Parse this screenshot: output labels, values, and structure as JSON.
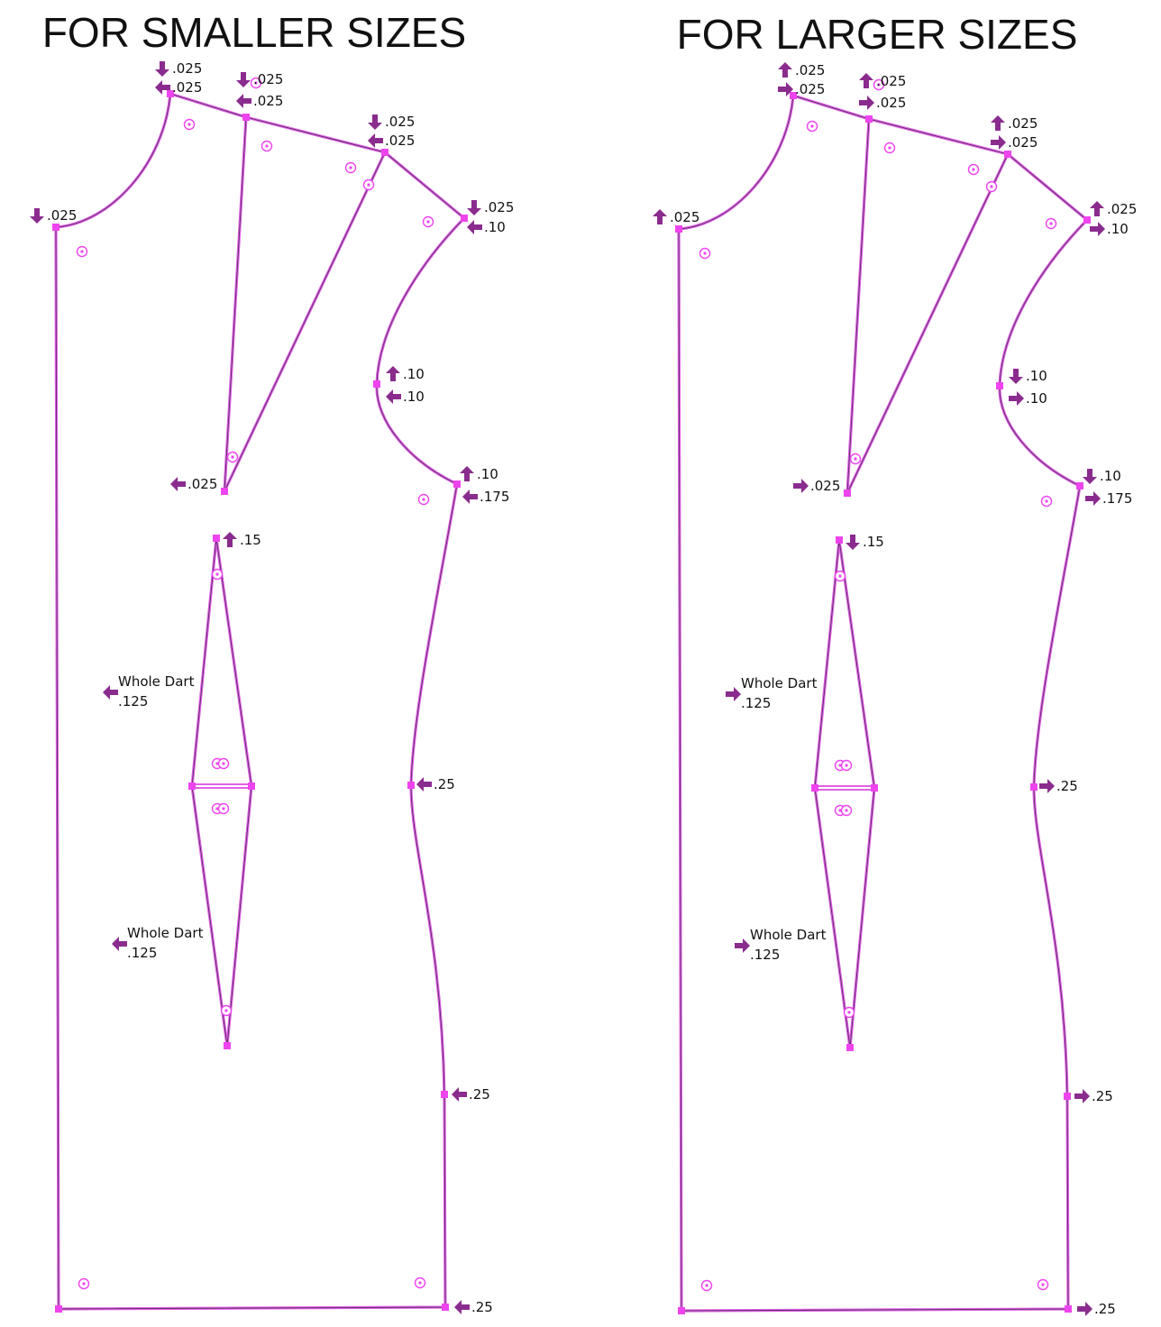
{
  "colors": {
    "outline": "#e060e6",
    "outline_dark": "#5a2e64",
    "arrow": "#8a2b8e",
    "node": "#ee44ee",
    "text": "#111111"
  },
  "panels": [
    {
      "id": "smaller",
      "title": "FOR SMALLER SIZES",
      "labels": [
        {
          "id": "neck-side-v",
          "text": ".025",
          "dir": "down"
        },
        {
          "id": "neck-side-h",
          "text": ".025",
          "dir": "left"
        },
        {
          "id": "dart-top-v",
          "text": ".025",
          "dir": "down"
        },
        {
          "id": "dart-top-h",
          "text": ".025",
          "dir": "left"
        },
        {
          "id": "shoulder-dart-v",
          "text": ".025",
          "dir": "down"
        },
        {
          "id": "shoulder-dart-h",
          "text": ".025",
          "dir": "left"
        },
        {
          "id": "center-front-neck",
          "text": ".025",
          "dir": "down"
        },
        {
          "id": "shoulder-tip-v",
          "text": ".025",
          "dir": "down"
        },
        {
          "id": "shoulder-tip-h",
          "text": ".10",
          "dir": "left"
        },
        {
          "id": "armhole-mid-v",
          "text": ".10",
          "dir": "up"
        },
        {
          "id": "armhole-mid-h",
          "text": ".10",
          "dir": "left"
        },
        {
          "id": "dart-apex",
          "text": ".025",
          "dir": "left"
        },
        {
          "id": "underarm-v",
          "text": ".10",
          "dir": "up"
        },
        {
          "id": "underarm-h",
          "text": ".175",
          "dir": "left"
        },
        {
          "id": "waist-dart-top",
          "text": ".15",
          "dir": "up"
        },
        {
          "id": "waist",
          "text": ".25",
          "dir": "left"
        },
        {
          "id": "hip",
          "text": ".25",
          "dir": "left"
        },
        {
          "id": "hem",
          "text": ".25",
          "dir": "left"
        }
      ],
      "darts": [
        {
          "id": "upper-dart",
          "line1": "Whole Dart",
          "line2": ".125",
          "dir": "left"
        },
        {
          "id": "lower-dart",
          "line1": "Whole Dart",
          "line2": ".125",
          "dir": "left"
        }
      ]
    },
    {
      "id": "larger",
      "title": "FOR LARGER SIZES",
      "labels": [
        {
          "id": "neck-side-v",
          "text": ".025",
          "dir": "up"
        },
        {
          "id": "neck-side-h",
          "text": ".025",
          "dir": "right"
        },
        {
          "id": "dart-top-v",
          "text": ".025",
          "dir": "up"
        },
        {
          "id": "dart-top-h",
          "text": ".025",
          "dir": "right"
        },
        {
          "id": "shoulder-dart-v",
          "text": ".025",
          "dir": "up"
        },
        {
          "id": "shoulder-dart-h",
          "text": ".025",
          "dir": "right"
        },
        {
          "id": "center-front-neck",
          "text": ".025",
          "dir": "up"
        },
        {
          "id": "shoulder-tip-v",
          "text": ".025",
          "dir": "up"
        },
        {
          "id": "shoulder-tip-h",
          "text": ".10",
          "dir": "right"
        },
        {
          "id": "armhole-mid-v",
          "text": ".10",
          "dir": "down"
        },
        {
          "id": "armhole-mid-h",
          "text": ".10",
          "dir": "right"
        },
        {
          "id": "dart-apex",
          "text": ".025",
          "dir": "right"
        },
        {
          "id": "underarm-v",
          "text": ".10",
          "dir": "down"
        },
        {
          "id": "underarm-h",
          "text": ".175",
          "dir": "right"
        },
        {
          "id": "waist-dart-top",
          "text": ".15",
          "dir": "down"
        },
        {
          "id": "waist",
          "text": ".25",
          "dir": "right"
        },
        {
          "id": "hip",
          "text": ".25",
          "dir": "right"
        },
        {
          "id": "hem",
          "text": ".25",
          "dir": "right"
        }
      ],
      "darts": [
        {
          "id": "upper-dart",
          "line1": "Whole Dart",
          "line2": ".125",
          "dir": "right"
        },
        {
          "id": "lower-dart",
          "line1": "Whole Dart",
          "line2": ".125",
          "dir": "right"
        }
      ]
    }
  ]
}
